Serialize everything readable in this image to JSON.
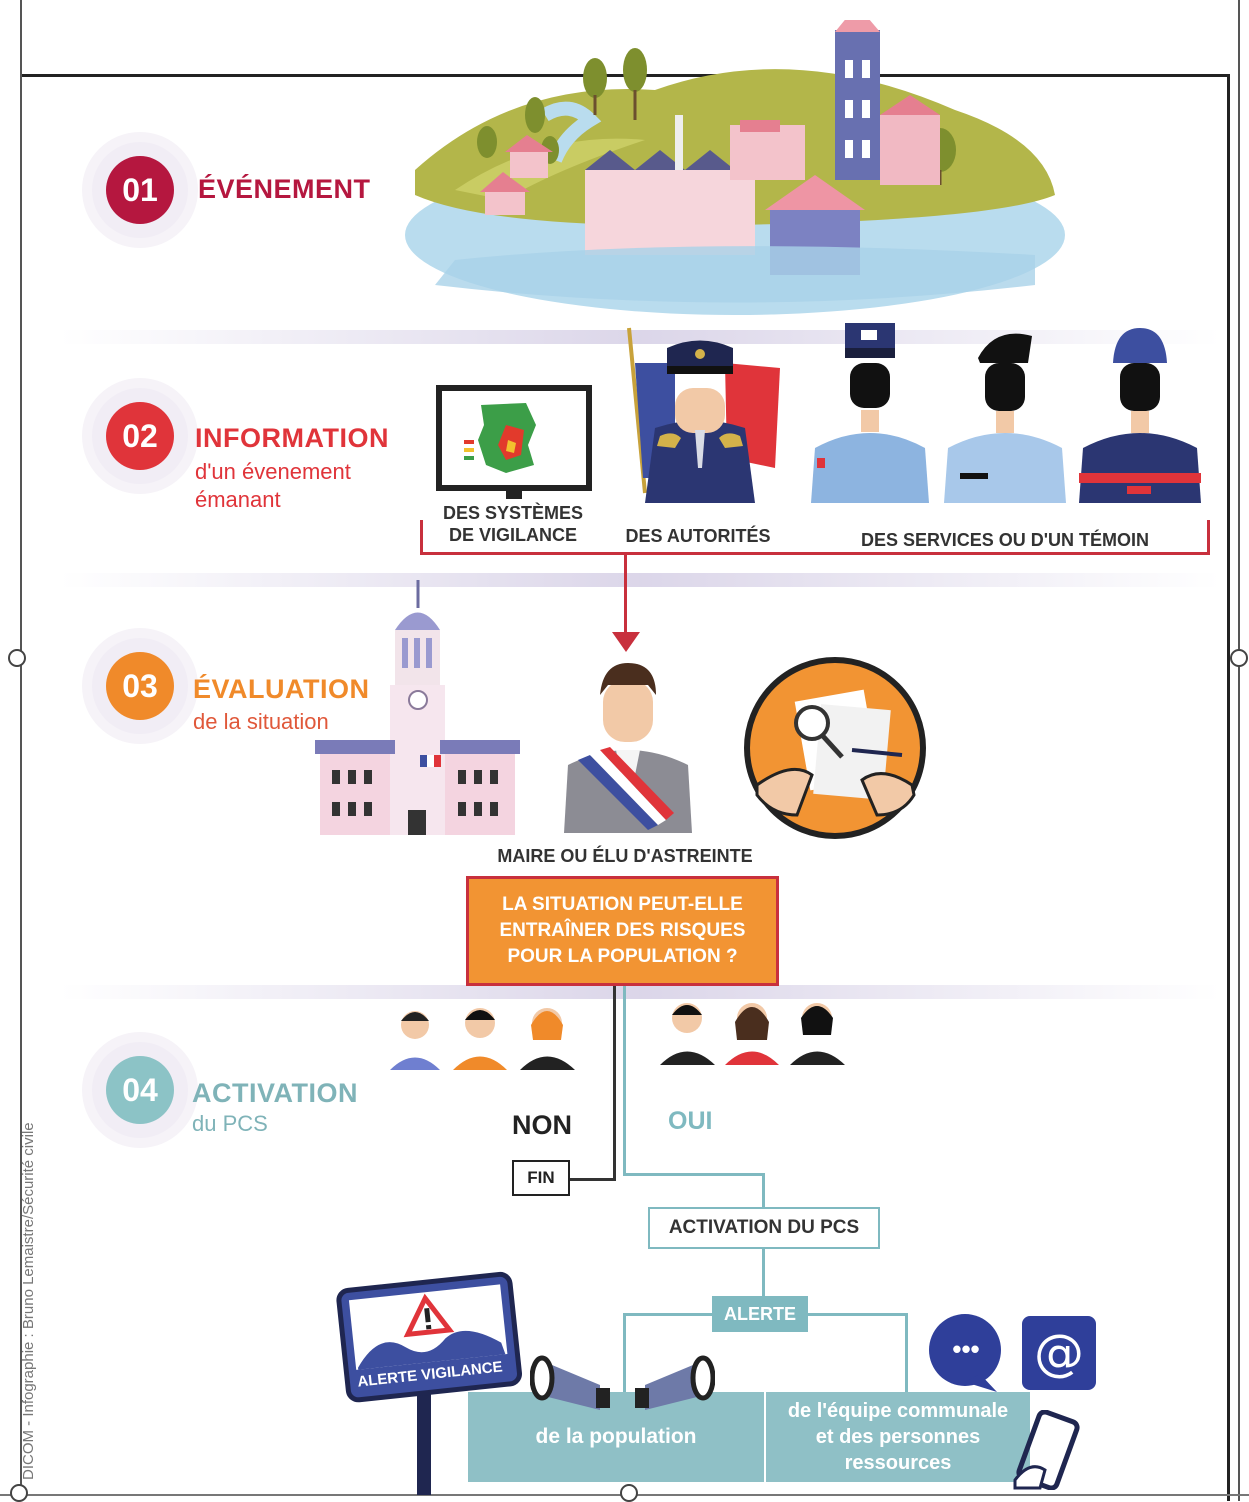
{
  "credit": "DICOM - Infographie : Bruno Lemaistre/Sécurité civile",
  "colors": {
    "step1": "#b5173f",
    "step2": "#e0343a",
    "step3": "#f08a2a",
    "step4": "#8cc3c6",
    "flow_red": "#c8303d",
    "flow_teal": "#7fb9c0",
    "orange_box": "#f29433"
  },
  "steps": [
    {
      "number": "01",
      "title": "ÉVÉNEMENT",
      "subtitle": ""
    },
    {
      "number": "02",
      "title": "INFORMATION",
      "subtitle": "d'un évenement émanant"
    },
    {
      "number": "03",
      "title": "ÉVALUATION",
      "subtitle": "de la situation"
    },
    {
      "number": "04",
      "title": "ACTIVATION",
      "subtitle": "du PCS"
    }
  ],
  "information_sources": {
    "vigilance": "DES SYSTÈMES DE VIGILANCE",
    "authorities": "DES AUTORITÉS",
    "services": "DES SERVICES OU D'UN TÉMOIN"
  },
  "evaluation": {
    "mayor_label": "MAIRE OU ÉLU D'ASTREINTE",
    "question": "LA SITUATION PEUT-ELLE ENTRAÎNER DES RISQUES POUR LA POPULATION ?"
  },
  "activation": {
    "no_label": "NON",
    "yes_label": "OUI",
    "end_label": "FIN",
    "activation_label": "ACTIVATION DU PCS",
    "alert_label": "ALERTE",
    "sign_label": "ALERTE VIGILANCE",
    "target_population": "de la population",
    "target_team": "de l'équipe communale et des personnes ressources",
    "chat_glyph": "•••",
    "email_glyph": "@"
  },
  "icons": [
    "flooded-town-illustration",
    "monitor-map-icon",
    "prefect-icon",
    "police-icon",
    "gendarme-icon",
    "firefighter-icon",
    "town-hall-icon",
    "mayor-icon",
    "document-review-icon",
    "megaphone-icon",
    "chat-icon",
    "email-icon",
    "phone-icon",
    "warning-sign-icon"
  ]
}
